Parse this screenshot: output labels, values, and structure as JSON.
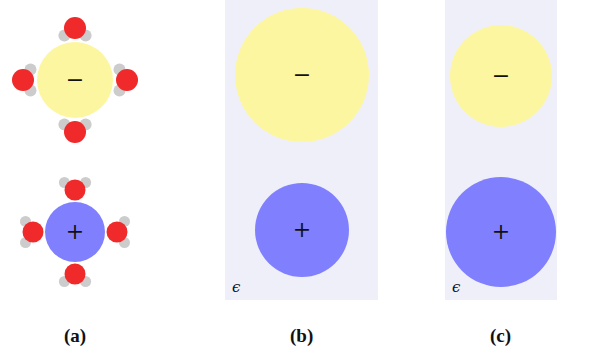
{
  "diagram": {
    "nodes": [
      {
        "text": [
          "−"
        ]
      },
      {
        "text": [
          "+"
        ]
      },
      {
        "text": [
          "ϵ"
        ]
      },
      {
        "text": [
          "−"
        ],
        "in": 2
      },
      {
        "text": [
          "+"
        ],
        "in": 2
      },
      {
        "text": [
          "ϵ"
        ]
      },
      {
        "text": [
          "−"
        ],
        "in": 5
      },
      {
        "text": [
          "+"
        ],
        "in": 5
      }
    ],
    "labels": [
      "(a)",
      "(b)",
      "(c)"
    ]
  }
}
